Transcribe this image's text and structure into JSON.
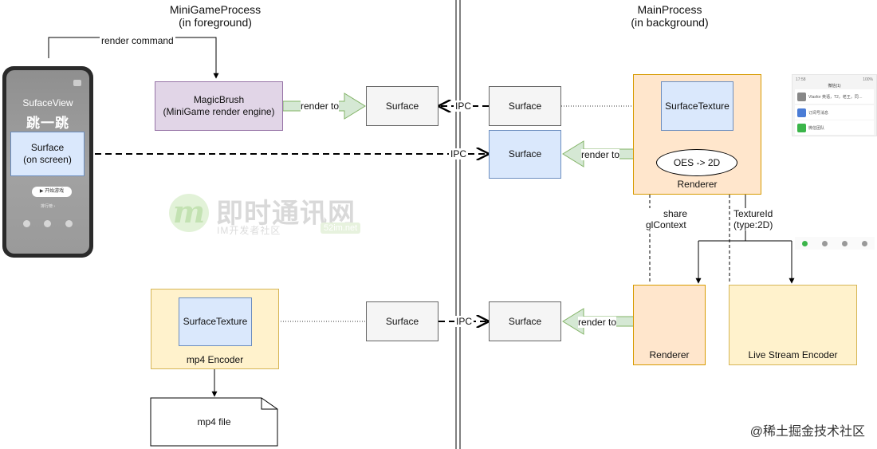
{
  "titles": {
    "minigame": {
      "line1": "MiniGameProcess",
      "line2": "(in foreground)"
    },
    "main": {
      "line1": "MainProcess",
      "line2": "(in background)"
    }
  },
  "phone": {
    "view_label": "SufaceView",
    "game_title": "跳一跳",
    "start_button": "▶ 开始游戏",
    "sub_text": "排行榜 ›",
    "surface_line1": "Surface",
    "surface_line2": "(on screen)"
  },
  "nodes": {
    "magicbrush_line1": "MagicBrush",
    "magicbrush_line2": "(MiniGame render engine)",
    "surface_fg_top": "Surface",
    "surface_main_top": "Surface",
    "surface_main_mid": "Surface",
    "surface_texture_top": "SurfaceTexture",
    "oes": "OES -> 2D",
    "renderer_top": "Renderer",
    "renderer_bottom": "Renderer",
    "live_encoder": "Live Stream Encoder",
    "surface_texture_bottom": "SurfaceTexture",
    "mp4_encoder": "mp4 Encoder",
    "surface_fg_bottom": "Surface",
    "surface_main_bottom": "Surface",
    "mp4_file": "mp4 file"
  },
  "edges": {
    "render_command": "render  command",
    "render_to_1": "render to",
    "ipc_1": "IPC",
    "ipc_2": "IPC",
    "render_to_2": "render to",
    "share_line1": "share",
    "share_line2": "glContext",
    "textureid_line1": "TextureId",
    "textureid_line2": "(type:2D)",
    "ipc_3": "IPC",
    "render_to_3": "render to"
  },
  "thumbnail": {
    "time": "17:58",
    "status": "100%",
    "title": "微信(1)",
    "row1": "Vlasfor 英语，T2，老王，同…",
    "row2": "订阅号消息",
    "row3": "微信团队"
  },
  "watermark": {
    "logo": "m",
    "cn": "即时通讯网",
    "sub": "IM开发者社区",
    "url": "52im.net"
  },
  "credit": "@稀土掘金技术社区",
  "colors": {
    "gray_fill": "#f5f5f5",
    "blue_fill": "#dae8fc",
    "purple_fill": "#e1d5e7",
    "orange_fill": "#ffe6cc",
    "yellow_fill": "#fff2cc",
    "arrow_green": "#d5e8d4"
  }
}
